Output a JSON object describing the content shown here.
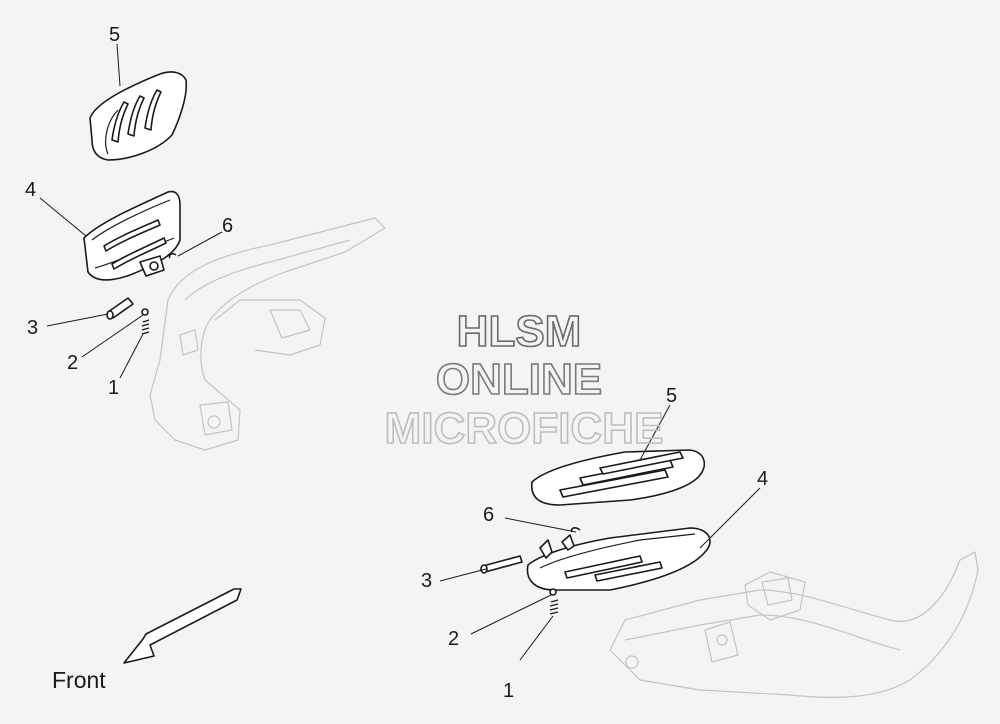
{
  "watermark": {
    "line1": "HLSM",
    "line2": "ONLINE",
    "line3": "MICROFICHE"
  },
  "direction": {
    "label": "Front"
  },
  "left_view": {
    "callouts": [
      "5",
      "4",
      "6",
      "3",
      "2",
      "1"
    ]
  },
  "right_view": {
    "callouts": [
      "5",
      "4",
      "6",
      "3",
      "2",
      "1"
    ]
  },
  "colors": {
    "background": "#f4f4f4",
    "line": "#1a1a1a",
    "ghost_frame": "#c4c4c4",
    "watermark_dark": "#6a6a6a",
    "watermark_light": "#bdbdbd"
  }
}
